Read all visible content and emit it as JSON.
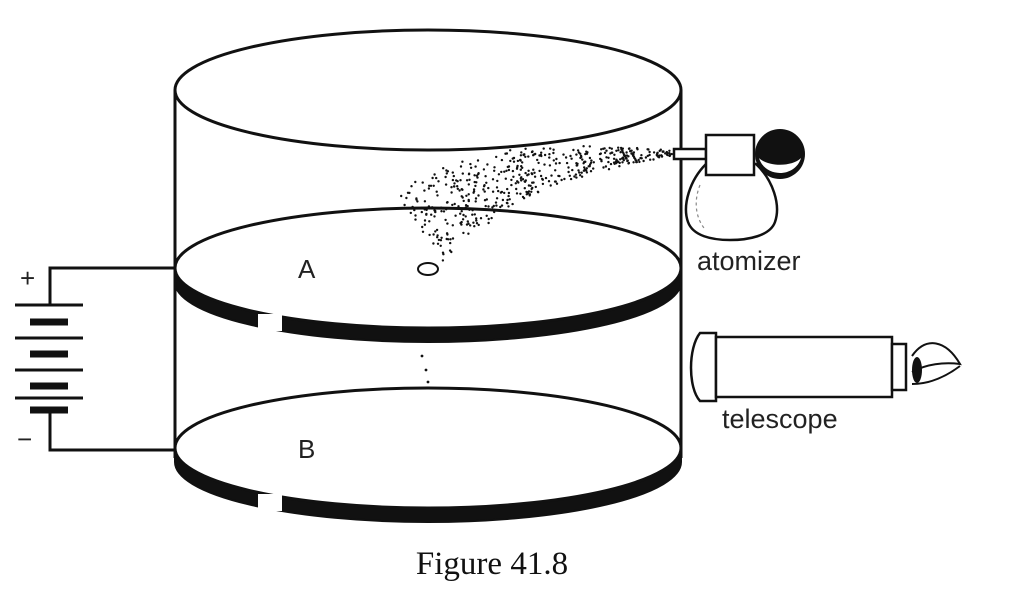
{
  "diagram": {
    "caption": "Figure 41.8",
    "labels": {
      "plate_top": "A",
      "plate_bottom": "B",
      "atomizer": "atomizer",
      "telescope": "telescope",
      "battery_positive": "+",
      "battery_negative": "−"
    },
    "colors": {
      "ink": "#111111",
      "background": "#ffffff"
    }
  }
}
